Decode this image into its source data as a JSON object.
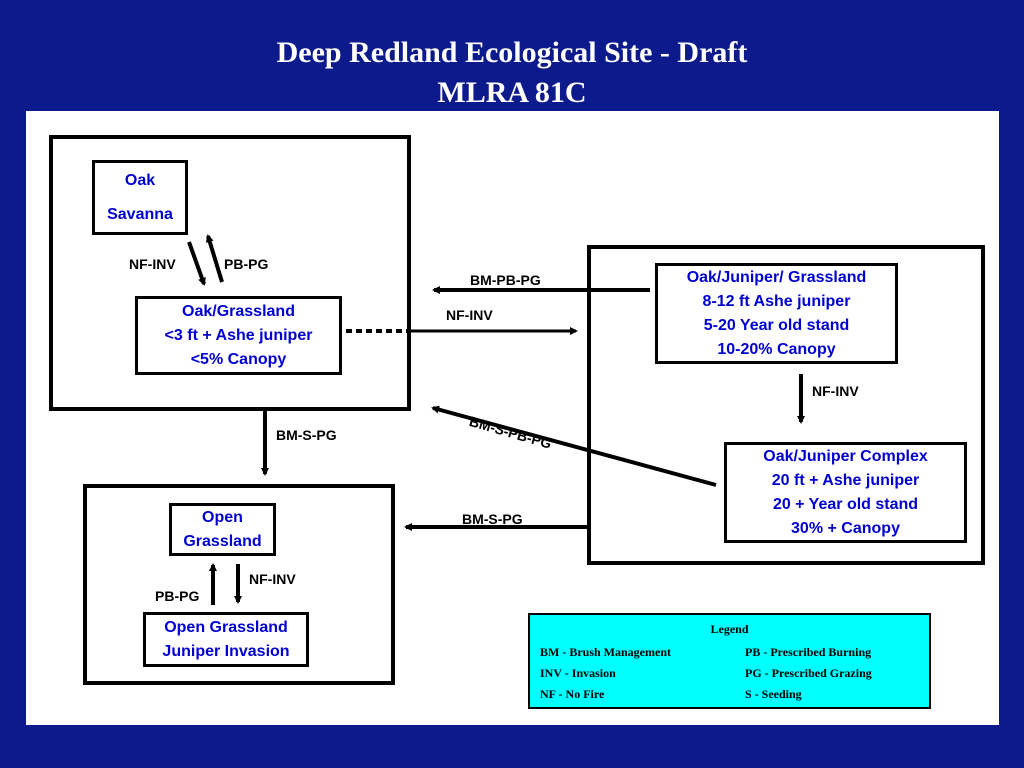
{
  "title": {
    "line1": "Deep Redland Ecological Site - Draft",
    "line2": "MLRA 81C"
  },
  "states": {
    "oak_savanna": {
      "line1": "Oak",
      "line2": "Savanna"
    },
    "oak_grassland": {
      "line1": "Oak/Grassland",
      "line2": "<3 ft + Ashe juniper",
      "line3": "<5% Canopy"
    },
    "oak_juniper_grassland": {
      "line1": "Oak/Juniper/ Grassland",
      "line2": "8-12 ft Ashe juniper",
      "line3": "5-20 Year old stand",
      "line4": "10-20% Canopy"
    },
    "oak_juniper_complex": {
      "line1": "Oak/Juniper Complex",
      "line2": "20 ft + Ashe juniper",
      "line3": "20 + Year old stand",
      "line4": "30% + Canopy"
    },
    "open_grassland": {
      "line1": "Open",
      "line2": "Grassland"
    },
    "open_grassland_juniper": {
      "line1": "Open Grassland",
      "line2": "Juniper Invasion"
    }
  },
  "transitions": {
    "savanna_down": "NF-INV",
    "savanna_up": "PB-PG",
    "ojg_to_og": "BM-PB-PG",
    "og_to_ojg": "NF-INV",
    "ojg_to_ojc": "NF-INV",
    "ojc_to_left": "BM-S-PB-PG",
    "left_to_open": "BM-S-PG",
    "right_to_open": "BM-S-PG",
    "open_down": "NF-INV",
    "open_up": "PB-PG"
  },
  "legend": {
    "title": "Legend",
    "items": [
      {
        "left": "BM - Brush Management",
        "right": "PB - Prescribed Burning"
      },
      {
        "left": "INV - Invasion",
        "right": "PG - Prescribed Grazing"
      },
      {
        "left": "NF - No Fire",
        "right": "S - Seeding"
      }
    ]
  },
  "colors": {
    "background": "#0d1a8c",
    "state_text": "#0000d0",
    "legend_bg": "#00ffff"
  }
}
